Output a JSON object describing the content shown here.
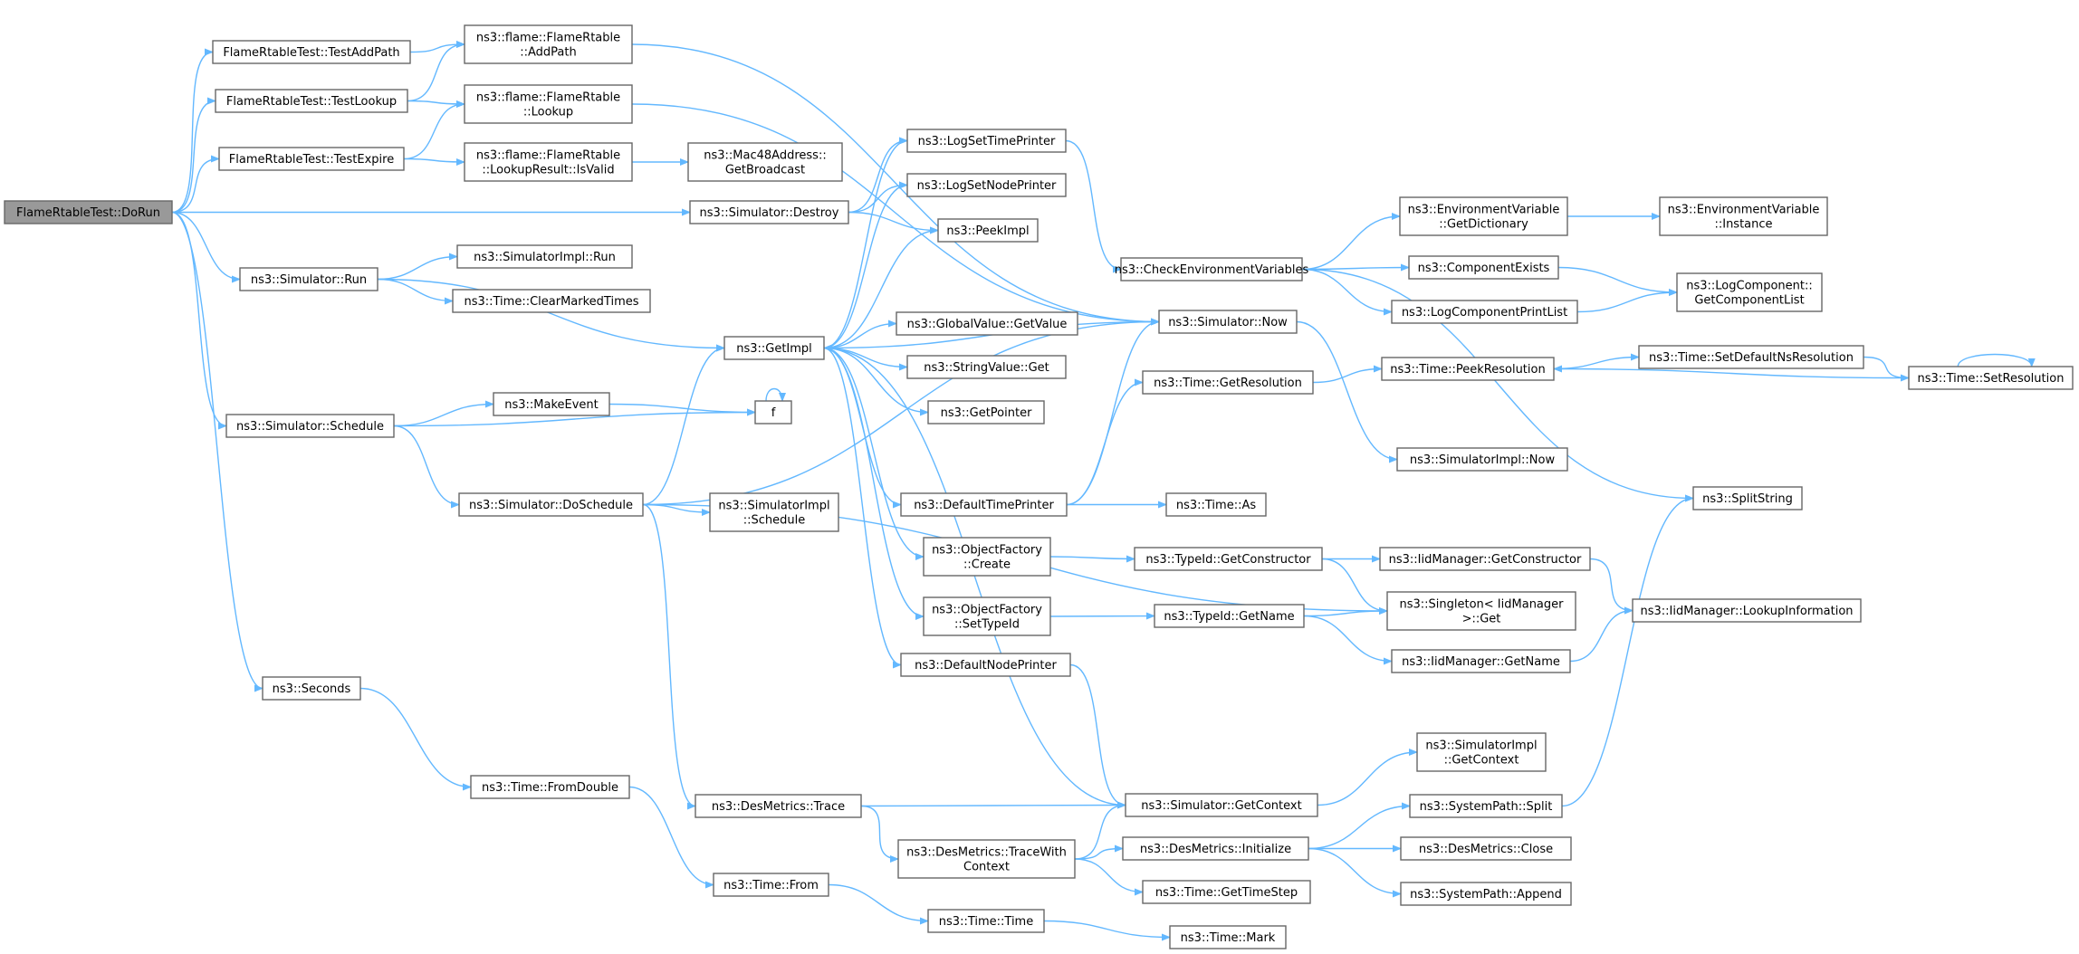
{
  "graph": {
    "nodes": [
      {
        "id": "dorun",
        "lines": [
          "FlameRtableTest::DoRun"
        ],
        "root": true
      },
      {
        "id": "testaddpath",
        "lines": [
          "FlameRtableTest::TestAddPath"
        ]
      },
      {
        "id": "testlookup",
        "lines": [
          "FlameRtableTest::TestLookup"
        ]
      },
      {
        "id": "testexpire",
        "lines": [
          "FlameRtableTest::TestExpire"
        ]
      },
      {
        "id": "addpath",
        "lines": [
          "ns3::flame::FlameRtable",
          "::AddPath"
        ]
      },
      {
        "id": "lookup",
        "lines": [
          "ns3::flame::FlameRtable",
          "::Lookup"
        ]
      },
      {
        "id": "isvalid",
        "lines": [
          "ns3::flame::FlameRtable",
          "::LookupResult::IsValid"
        ]
      },
      {
        "id": "getbroadcast",
        "lines": [
          "ns3::Mac48Address::",
          "GetBroadcast"
        ]
      },
      {
        "id": "destroy",
        "lines": [
          "ns3::Simulator::Destroy"
        ]
      },
      {
        "id": "run",
        "lines": [
          "ns3::Simulator::Run"
        ]
      },
      {
        "id": "simimplrun",
        "lines": [
          "ns3::SimulatorImpl::Run"
        ]
      },
      {
        "id": "clearmarked",
        "lines": [
          "ns3::Time::ClearMarkedTimes"
        ]
      },
      {
        "id": "schedule",
        "lines": [
          "ns3::Simulator::Schedule"
        ]
      },
      {
        "id": "makeevent",
        "lines": [
          "ns3::MakeEvent"
        ]
      },
      {
        "id": "f",
        "lines": [
          "f"
        ]
      },
      {
        "id": "doschedule",
        "lines": [
          "ns3::Simulator::DoSchedule"
        ]
      },
      {
        "id": "implschedule",
        "lines": [
          "ns3::SimulatorImpl",
          "::Schedule"
        ]
      },
      {
        "id": "seconds",
        "lines": [
          "ns3::Seconds"
        ]
      },
      {
        "id": "fromdouble",
        "lines": [
          "ns3::Time::FromDouble"
        ]
      },
      {
        "id": "timefrom",
        "lines": [
          "ns3::Time::From"
        ]
      },
      {
        "id": "timetime",
        "lines": [
          "ns3::Time::Time"
        ]
      },
      {
        "id": "timemark",
        "lines": [
          "ns3::Time::Mark"
        ]
      },
      {
        "id": "getimpl",
        "lines": [
          "ns3::GetImpl"
        ]
      },
      {
        "id": "logsettime",
        "lines": [
          "ns3::LogSetTimePrinter"
        ]
      },
      {
        "id": "logsetnode",
        "lines": [
          "ns3::LogSetNodePrinter"
        ]
      },
      {
        "id": "peekimpl",
        "lines": [
          "ns3::PeekImpl"
        ]
      },
      {
        "id": "globalvalue",
        "lines": [
          "ns3::GlobalValue::GetValue"
        ]
      },
      {
        "id": "stringvalue",
        "lines": [
          "ns3::StringValue::Get"
        ]
      },
      {
        "id": "getpointer",
        "lines": [
          "ns3::GetPointer"
        ]
      },
      {
        "id": "deftimeprinter",
        "lines": [
          "ns3::DefaultTimePrinter"
        ]
      },
      {
        "id": "ofcreate",
        "lines": [
          "ns3::ObjectFactory",
          "::Create"
        ]
      },
      {
        "id": "ofsettypeid",
        "lines": [
          "ns3::ObjectFactory",
          "::SetTypeId"
        ]
      },
      {
        "id": "defnodeprinter",
        "lines": [
          "ns3::DefaultNodePrinter"
        ]
      },
      {
        "id": "destrace",
        "lines": [
          "ns3::DesMetrics::Trace"
        ]
      },
      {
        "id": "destracectx",
        "lines": [
          "ns3::DesMetrics::TraceWith",
          "Context"
        ]
      },
      {
        "id": "checkenv",
        "lines": [
          "ns3::CheckEnvironmentVariables"
        ]
      },
      {
        "id": "simnow",
        "lines": [
          "ns3::Simulator::Now"
        ]
      },
      {
        "id": "getres",
        "lines": [
          "ns3::Time::GetResolution"
        ]
      },
      {
        "id": "simimplnow",
        "lines": [
          "ns3::SimulatorImpl::Now"
        ]
      },
      {
        "id": "timeas",
        "lines": [
          "ns3::Time::As"
        ]
      },
      {
        "id": "tidgetctor",
        "lines": [
          "ns3::TypeId::GetConstructor"
        ]
      },
      {
        "id": "tidgetname",
        "lines": [
          "ns3::TypeId::GetName"
        ]
      },
      {
        "id": "simgetctx",
        "lines": [
          "ns3::Simulator::GetContext"
        ]
      },
      {
        "id": "desinit",
        "lines": [
          "ns3::DesMetrics::Initialize"
        ]
      },
      {
        "id": "gettimestep",
        "lines": [
          "ns3::Time::GetTimeStep"
        ]
      },
      {
        "id": "envgetdict",
        "lines": [
          "ns3::EnvironmentVariable",
          "::GetDictionary"
        ]
      },
      {
        "id": "envinstance",
        "lines": [
          "ns3::EnvironmentVariable",
          "::Instance"
        ]
      },
      {
        "id": "compexists",
        "lines": [
          "ns3::ComponentExists"
        ]
      },
      {
        "id": "logcomplist",
        "lines": [
          "ns3::LogComponentPrintList"
        ]
      },
      {
        "id": "getcomplist",
        "lines": [
          "ns3::LogComponent::",
          "GetComponentList"
        ]
      },
      {
        "id": "peekres",
        "lines": [
          "ns3::Time::PeekResolution"
        ]
      },
      {
        "id": "setdefns",
        "lines": [
          "ns3::Time::SetDefaultNsResolution"
        ]
      },
      {
        "id": "setres",
        "lines": [
          "ns3::Time::SetResolution"
        ]
      },
      {
        "id": "splitstring",
        "lines": [
          "ns3::SplitString"
        ]
      },
      {
        "id": "iidgetctor",
        "lines": [
          "ns3::IidManager::GetConstructor"
        ]
      },
      {
        "id": "singleton",
        "lines": [
          "ns3::Singleton< IidManager",
          ">::Get"
        ]
      },
      {
        "id": "lookupinfo",
        "lines": [
          "ns3::IidManager::LookupInformation"
        ]
      },
      {
        "id": "iidgetname",
        "lines": [
          "ns3::IidManager::GetName"
        ]
      },
      {
        "id": "implgetctx",
        "lines": [
          "ns3::SimulatorImpl",
          "::GetContext"
        ]
      },
      {
        "id": "syssplit",
        "lines": [
          "ns3::SystemPath::Split"
        ]
      },
      {
        "id": "desclose",
        "lines": [
          "ns3::DesMetrics::Close"
        ]
      },
      {
        "id": "sysappend",
        "lines": [
          "ns3::SystemPath::Append"
        ]
      }
    ]
  }
}
